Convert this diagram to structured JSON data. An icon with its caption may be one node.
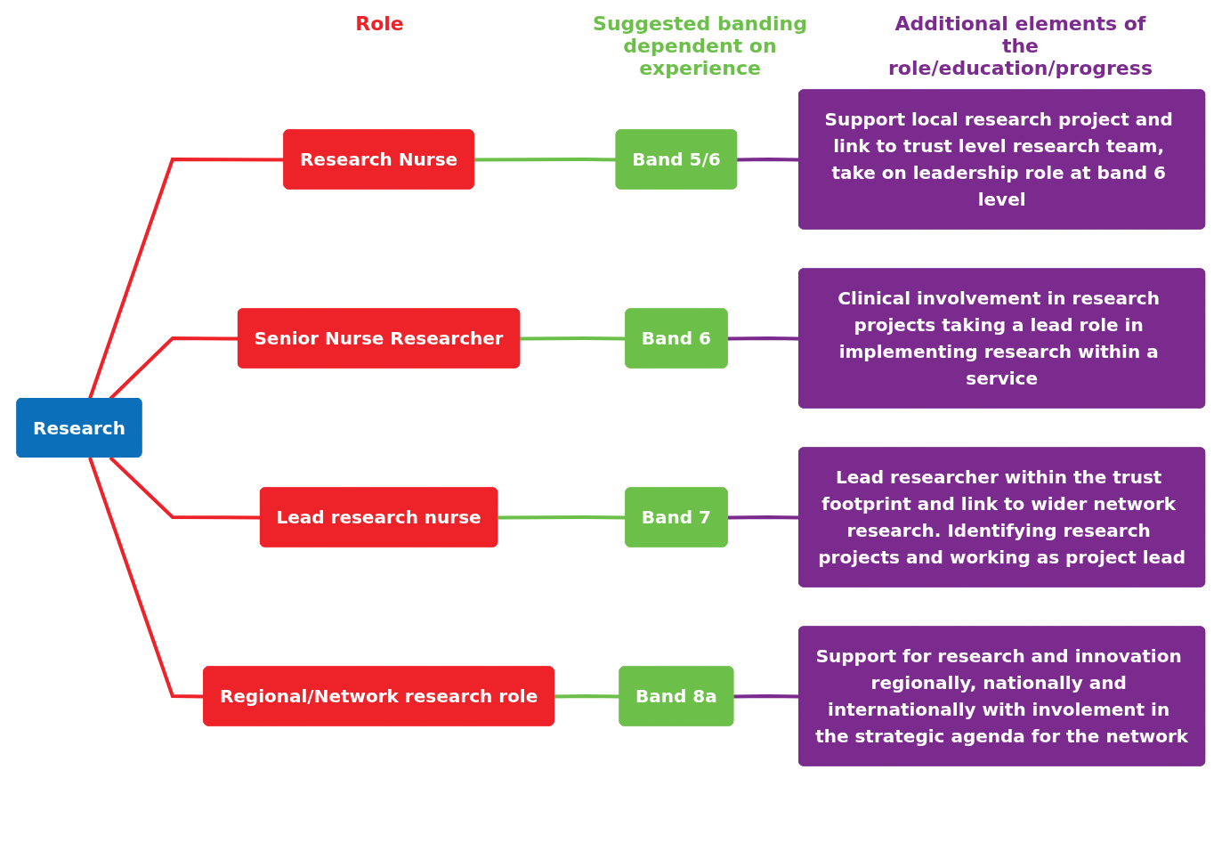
{
  "diagram": {
    "nodes": [
      {
        "text": [
          "Research"
        ]
      },
      {
        "text": [
          "Research Nurse"
        ]
      },
      {
        "text": [
          "Senior Nurse Researcher"
        ]
      },
      {
        "text": [
          "Lead research nurse"
        ]
      },
      {
        "text": [
          "Regional/Network research role"
        ]
      },
      {
        "text": [
          "Band 5/6"
        ]
      },
      {
        "text": [
          "Band 6"
        ]
      },
      {
        "text": [
          "Band 7"
        ]
      },
      {
        "text": [
          "Band 8a"
        ]
      },
      {
        "text": [
          "Support local research project and link to trust level research team, take on leadership role at band 6 level"
        ]
      },
      {
        "text": [
          "Clinical involvement in research projects taking a lead role in implementing research within a service"
        ]
      },
      {
        "text": [
          "Lead researcher within the trust footprint and link to wider network research. Identifying research projects and working as project lead"
        ]
      },
      {
        "text": [
          "Support for research and innovation regionally, nationally and internationally with involement in the strategic agenda for the network"
        ]
      }
    ],
    "edges": [
      {
        "from": 0,
        "to": 1,
        "arrow": "none",
        "color": "#ee2229"
      },
      {
        "from": 0,
        "to": 2,
        "arrow": "none",
        "color": "#ee2229"
      },
      {
        "from": 0,
        "to": 3,
        "arrow": "none",
        "color": "#ee2229"
      },
      {
        "from": 0,
        "to": 4,
        "arrow": "none",
        "color": "#ee2229"
      },
      {
        "from": 1,
        "to": 5,
        "arrow": "none",
        "color": "#6cc04a"
      },
      {
        "from": 2,
        "to": 6,
        "arrow": "none",
        "color": "#6cc04a"
      },
      {
        "from": 3,
        "to": 7,
        "arrow": "none",
        "color": "#6cc04a"
      },
      {
        "from": 4,
        "to": 8,
        "arrow": "none",
        "color": "#6cc04a"
      },
      {
        "from": 5,
        "to": 9,
        "arrow": "none",
        "color": "#7b2a8e"
      },
      {
        "from": 6,
        "to": 10,
        "arrow": "none",
        "color": "#7b2a8e"
      },
      {
        "from": 7,
        "to": 11,
        "arrow": "none",
        "color": "#7b2a8e"
      },
      {
        "from": 8,
        "to": 12,
        "arrow": "none",
        "color": "#7b2a8e"
      }
    ],
    "labels": [
      "Role",
      "Suggested banding dependent on experience",
      "Additional elements of the role/education/progress"
    ]
  }
}
